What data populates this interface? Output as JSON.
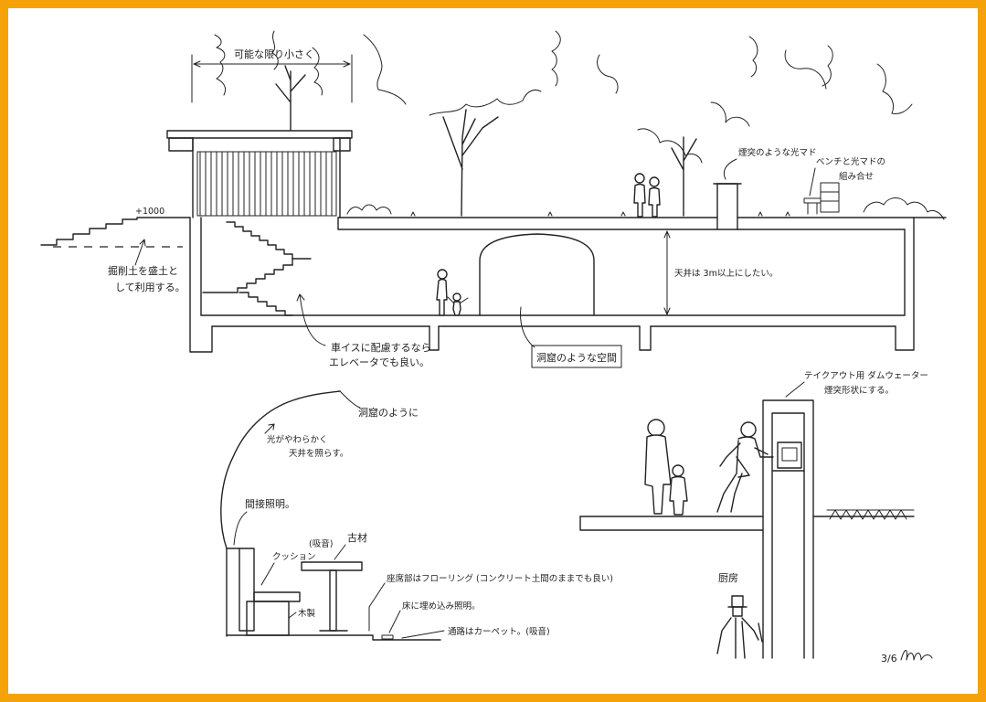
{
  "colors": {
    "border": "#F5A20A",
    "paper": "#FFFFFF",
    "ink": "#222222"
  },
  "top_section": {
    "dimension_label": "可能な限り小さく",
    "level_label": "+1000",
    "embankment_note": [
      "掘削土を盛土と",
      "して利用する。"
    ],
    "wheelchair_note": [
      "車イスに配慮するなら",
      "エレベータでも良い。"
    ],
    "cave_space_label": "洞窟のような空間",
    "ceiling_height_note": "天井は 3m以上にしたい。",
    "chimney_window_note": "煙突のような光マド",
    "bench_window_note": [
      "ベンチと光マドの",
      "組み合せ"
    ]
  },
  "interior_detail": {
    "cave_note": "洞窟のように",
    "soft_light_note": [
      "光がやわらかく",
      "天井を照らす。"
    ],
    "indirect_light_note": "間接照明。",
    "cushion_label": "クッション",
    "cushion_sub_label": "(吸音)",
    "table_material_label": "古材",
    "bench_material_label": "木製",
    "seating_floor_note": "座席部はフローリング (コンクリート土間のままでも良い)",
    "floor_light_note": "床に埋め込み照明。",
    "aisle_note": "通路はカーペット。(吸音)"
  },
  "takeout_section": {
    "dumbwaiter_note": [
      "テイクアウト用 ダムウェーター",
      "煙突形状にする。"
    ],
    "kitchen_label": "厨房"
  },
  "page_number": "3/6"
}
